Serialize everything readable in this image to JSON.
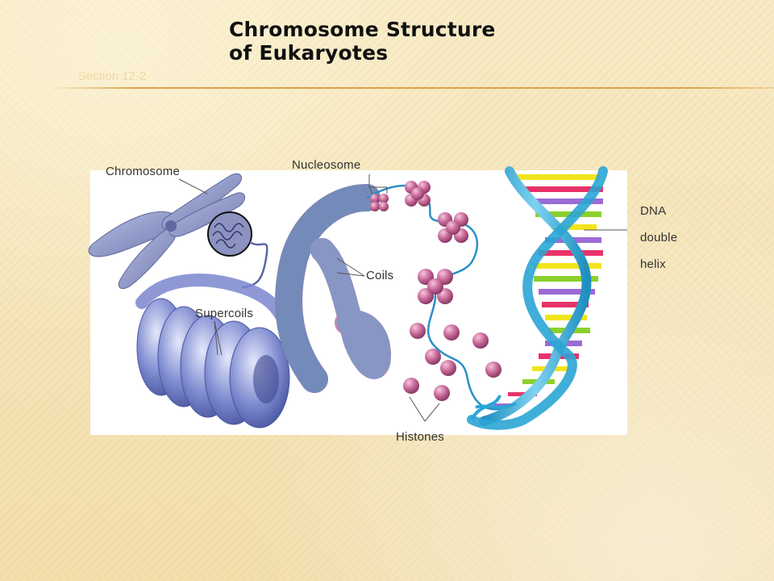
{
  "slide": {
    "title_line1": "Chromosome Structure",
    "title_line2": "of Eukaryotes",
    "section": "Section 12-2"
  },
  "labels": {
    "chromosome": "Chromosome",
    "nucleosome": "Nucleosome",
    "coils": "Coils",
    "supercoils": "Supercoils",
    "histones": "Histones",
    "dna_line1": "DNA",
    "dna_line2": "double",
    "dna_line3": "helix"
  },
  "colors": {
    "chromosome": "#8e98c8",
    "supercoil": "#6f7cc4",
    "histone": "#c0608f",
    "dna_backbone": "#3fb0d8",
    "base_pairs": [
      "#f2e41c",
      "#8bd12b",
      "#e8336a",
      "#9b6bd6",
      "#ffffff"
    ]
  }
}
